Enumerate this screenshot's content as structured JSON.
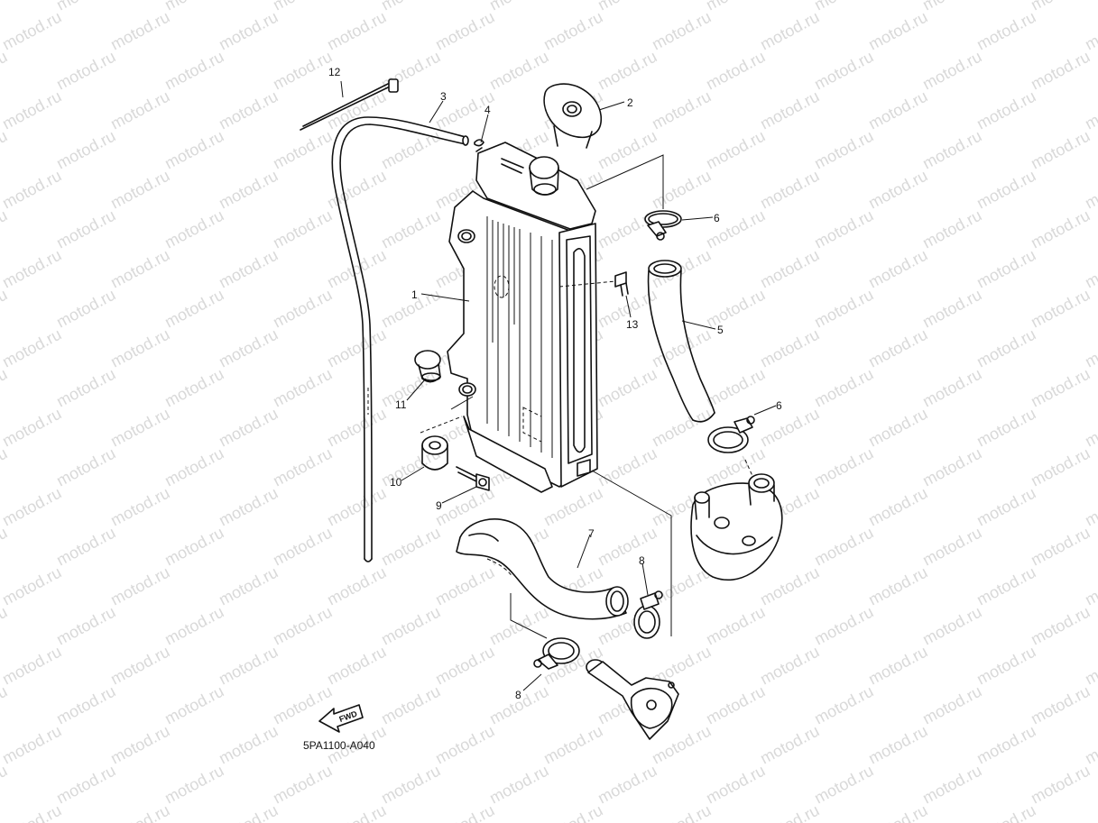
{
  "watermark": {
    "text": "motod.ru"
  },
  "diagram_code": "5PA1100-A040",
  "fwd_label": "FWD",
  "callouts": {
    "c1": "1",
    "c2": "2",
    "c3": "3",
    "c4": "4",
    "c5": "5",
    "c6a": "6",
    "c6b": "6",
    "c7": "7",
    "c8a": "8",
    "c8b": "8",
    "c9": "9",
    "c10": "10",
    "c11": "11",
    "c12": "12",
    "c13": "13"
  }
}
